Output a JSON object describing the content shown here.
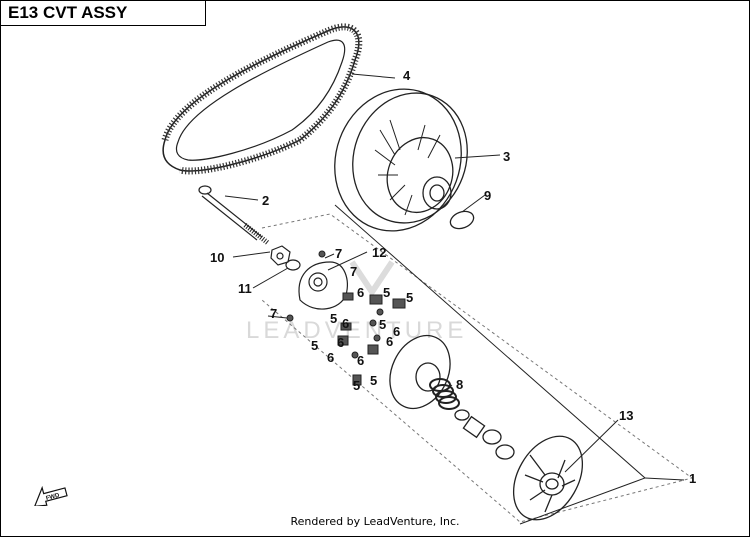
{
  "title": "E13 CVT ASSY",
  "watermark": "LEADVENTURE",
  "footer": "Rendered by LeadVenture, Inc.",
  "fwd_label": "FWD",
  "callouts": [
    "1",
    "2",
    "3",
    "4",
    "5",
    "6",
    "7",
    "8",
    "9",
    "10",
    "11",
    "12",
    "13"
  ]
}
